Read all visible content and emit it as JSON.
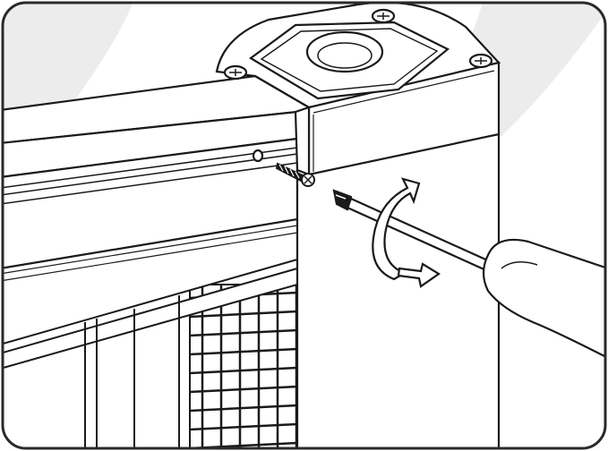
{
  "figure": {
    "kind": "assembly-instruction-illustration",
    "line_color": "#1a1a1a",
    "fill_color": "#ffffff",
    "watermark_color": "#ececec",
    "frame_color": "#2a2a2a",
    "icons": [
      "screw-icon",
      "screwdriver-icon",
      "rotation-arrow-icon",
      "corner-cap",
      "mesh-panel"
    ],
    "rotation": "clockwise"
  }
}
